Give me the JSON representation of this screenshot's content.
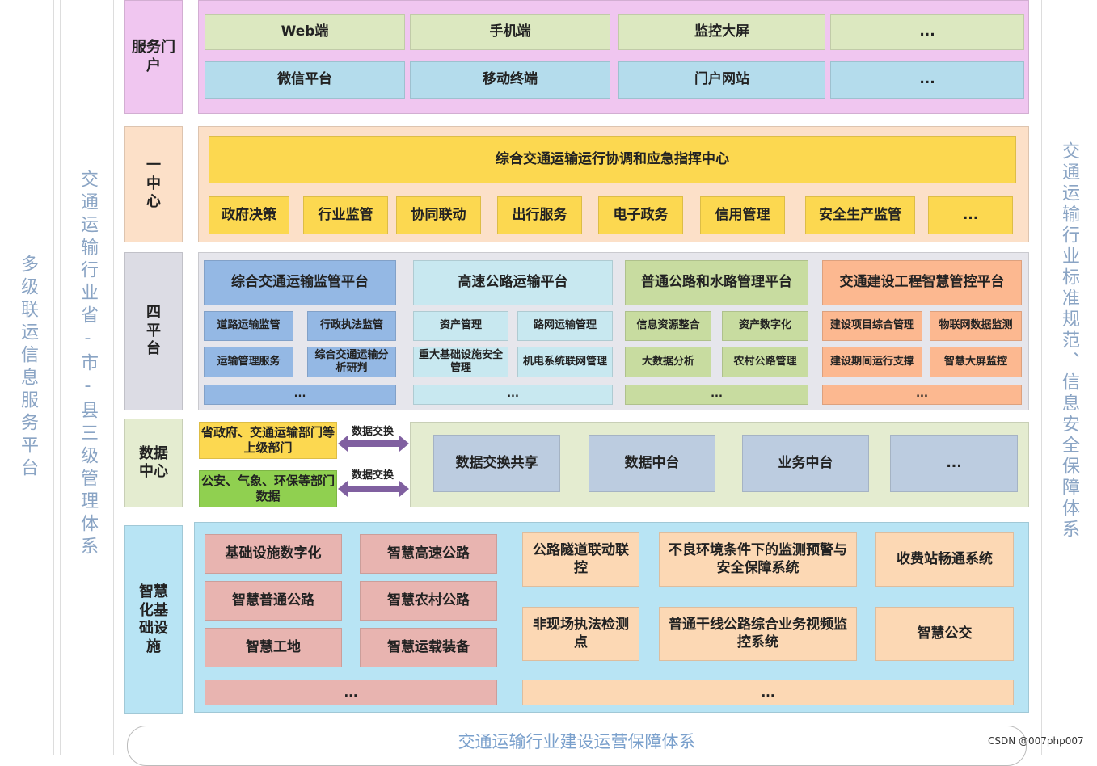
{
  "side_left_outer": "多级联运信息服务平台",
  "side_left_inner": "交通运输行业省-市-县三级管理体系",
  "side_right": "交通运输行业标准规范、信息安全保障体系",
  "layers": {
    "portal": {
      "label": "服务门户",
      "row1": [
        "Web端",
        "手机端",
        "监控大屏",
        "..."
      ],
      "row2": [
        "微信平台",
        "移动终端",
        "门户网站",
        "..."
      ]
    },
    "center": {
      "label": "一中心",
      "main": "综合交通运输运行协调和应急指挥中心",
      "items": [
        "政府决策",
        "行业监管",
        "协同联动",
        "出行服务",
        "电子政务",
        "信用管理",
        "安全生产监管",
        "..."
      ]
    },
    "platforms": {
      "label": "四平台",
      "columns": [
        {
          "title": "综合交通运输监管平台",
          "items": [
            "道路运输监管",
            "行政执法监管",
            "运输管理服务",
            "综合交通运输分析研判"
          ],
          "more": "..."
        },
        {
          "title": "高速公路运输平台",
          "items": [
            "资产管理",
            "路网运输管理",
            "重大基础设施安全管理",
            "机电系统联网管理"
          ],
          "more": "..."
        },
        {
          "title": "普通公路和水路管理平台",
          "items": [
            "信息资源整合",
            "资产数字化",
            "大数据分析",
            "农村公路管理"
          ],
          "more": "..."
        },
        {
          "title": "交通建设工程智慧管控平台",
          "items": [
            "建设项目综合管理",
            "物联网数据监测",
            "建设期间运行支撑",
            "智慧大屏监控"
          ],
          "more": "..."
        }
      ]
    },
    "data_center": {
      "label": "数据中心",
      "sources": [
        "省政府、交通运输部门等上级部门",
        "公安、气象、环保等部门数据"
      ],
      "exchange": [
        "数据交换",
        "数据交换"
      ],
      "items": [
        "数据交换共享",
        "数据中台",
        "业务中台",
        "..."
      ]
    },
    "infra": {
      "label": "智慧化基础设施",
      "left": [
        "基础设施数字化",
        "智慧高速公路",
        "智慧普通公路",
        "智慧农村公路",
        "智慧工地",
        "智慧运载装备"
      ],
      "left_more": "...",
      "right": [
        "公路隧道联动联控",
        "不良环境条件下的监测预警与安全保障系统",
        "收费站畅通系统",
        "非现场执法检测点",
        "普通干线公路综合业务视频监控系统",
        "智慧公交"
      ],
      "right_more": "..."
    }
  },
  "bottom": "交通运输行业建设运营保障体系",
  "watermark": "CSDN @007php007"
}
